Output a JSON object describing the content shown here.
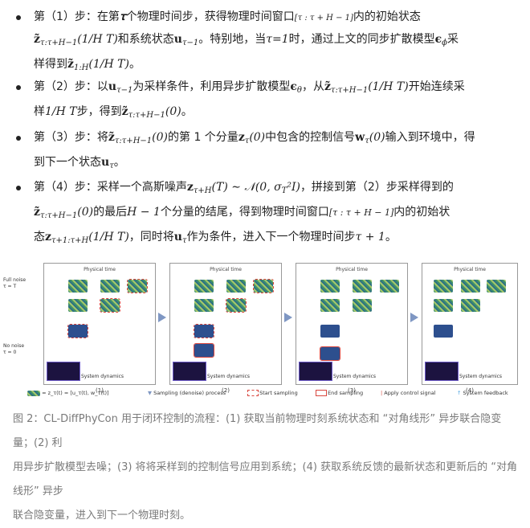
{
  "steps": [
    {
      "id": "step1",
      "lines": [
        [
          "第（1）步：在第",
          "𝛕",
          "个物理时间步，获得物理时间窗口",
          "[τ : τ + H − 1]",
          "内的初始状态"
        ],
        [
          "z̃",
          "τ:τ+H−1",
          "(1/H T)",
          "和系统状态",
          "u",
          "τ−1",
          "。特别地，当",
          "τ=1",
          "时，通过上文的同步扩散模型",
          "ϵ",
          "ϕ",
          "采"
        ],
        [
          "样得到",
          "z̃",
          "1:H",
          "(1/H T)",
          "。"
        ]
      ]
    },
    {
      "id": "step2",
      "lines": [
        [
          "第（2）步：以",
          "u",
          "τ−1",
          "为采样条件，利用异步扩散模型",
          "ϵ",
          "θ",
          "，从",
          "z̃",
          "τ:τ+H−1",
          "(1/H T)",
          "开始连续采"
        ],
        [
          "样",
          "1/H T",
          "步，得到",
          "z̃",
          "τ:τ+H−1",
          "(0)",
          "。"
        ]
      ]
    },
    {
      "id": "step3",
      "lines": [
        [
          "第（3）步：将",
          "z̃",
          "τ:τ+H−1",
          "(0)",
          "的第 1 个分量",
          "z",
          "τ",
          "(0)",
          "中包含的控制信号",
          "w",
          "τ",
          "(0)",
          "输入到环境中，得"
        ],
        [
          "到下一个状态",
          "u",
          "τ",
          "。"
        ]
      ]
    },
    {
      "id": "step4",
      "lines": [
        [
          "第（4）步：采样一个高斯噪声",
          "z",
          "τ+H",
          "(T) ∼ 𝒩(0, σ",
          "T",
          "²I)",
          "，拼接到第（2）步采样得到的"
        ],
        [
          "z̃",
          "τ:τ+H−1",
          "(0)",
          "的最后",
          "H − 1",
          "个分量的结尾，得到物理时间窗口",
          "[τ : τ + H − 1]",
          "内的初始状"
        ],
        [
          "态",
          "z",
          "τ+1:τ+H",
          "(1/H T)",
          "，同时将",
          "u",
          "τ",
          "作为条件，进入下一个物理时间步",
          "τ + 1",
          "。"
        ]
      ]
    }
  ],
  "figure": {
    "full_noise_label": "Full noise",
    "full_noise_tau": "τ = T",
    "no_noise_label": "No noise",
    "no_noise_tau": "τ = 0",
    "panels": [
      {
        "title": "Physical time",
        "num": "(1)",
        "sys": "System dynamics"
      },
      {
        "title": "Physical time",
        "num": "(2)",
        "sys": "System dynamics"
      },
      {
        "title": "Physical time",
        "num": "(3)",
        "sys": "System dynamics"
      },
      {
        "title": "Physical time",
        "num": "(4)",
        "sys": "System dynamics"
      }
    ],
    "legend": {
      "zdef": "= z_τ(t) = [u_τ(t), w_τ(t)]",
      "sampling": "Sampling (denoise) process",
      "start": "Start sampling",
      "end": "End sampling",
      "apply": "Apply control signal",
      "feedback": "System feedback"
    }
  },
  "caption": {
    "line1": "图 2：CL-DiffPhyCon 用于闭环控制的流程：(1) 获取当前物理时刻系统状态和 “对角线形” 异步联合隐变量；(2) 利",
    "line2": "用异步扩散模型去噪；(3) 将将采样到的控制信号应用到系统；(4) 获取系统反馈的最新状态和更新后的 “对角线形” 异步",
    "line3": "联合隐变量，进入到下一个物理时刻。"
  },
  "colors": {
    "text": "#222222",
    "caption": "#7a7a7a",
    "red": "#d9463e",
    "blue": "#2d4f8e",
    "arrow": "#7f97c3"
  }
}
